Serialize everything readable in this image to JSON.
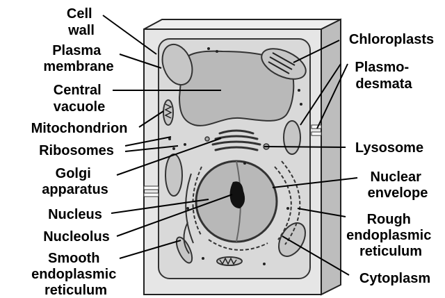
{
  "labels": {
    "cell_wall": [
      "Cell",
      "wall"
    ],
    "plasma_membrane": [
      "Plasma",
      "membrane"
    ],
    "central_vacuole": [
      "Central",
      "vacuole"
    ],
    "mitochondrion": [
      "Mitochondrion"
    ],
    "ribosomes": [
      "Ribosomes"
    ],
    "golgi_apparatus": [
      "Golgi",
      "apparatus"
    ],
    "nucleus": [
      "Nucleus"
    ],
    "nucleolus": [
      "Nucleolus"
    ],
    "smooth_er": [
      "Smooth",
      "endoplasmic",
      "reticulum"
    ],
    "chloroplasts": [
      "Chloroplasts"
    ],
    "plasmodesmata": [
      "Plasmo-",
      "desmata"
    ],
    "lysosome": [
      "Lysosome"
    ],
    "nuclear_envelope": [
      "Nuclear",
      "envelope"
    ],
    "rough_er": [
      "Rough",
      "endoplasmic",
      "reticulum"
    ],
    "cytoplasm": [
      "Cytoplasm"
    ]
  },
  "colors": {
    "wall": "#e6e6e6",
    "cytoplasm": "#d9d9d9",
    "organelle": "#c4c4c4",
    "nucleus": "#b8b8b8",
    "outline": "#222222"
  }
}
